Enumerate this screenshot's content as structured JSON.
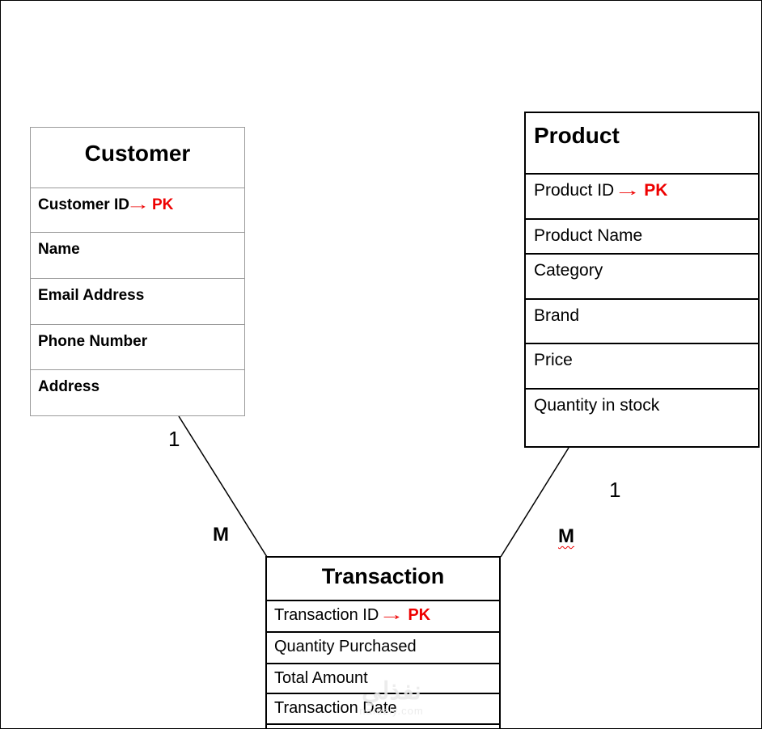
{
  "diagram": {
    "pk_arrow": "→",
    "pk_color": "#ee0000",
    "line_color": "#000000"
  },
  "entities": {
    "customer": {
      "title": "Customer",
      "attributes": [
        {
          "label": "Customer ID",
          "pk": "PK"
        },
        {
          "label": "Name"
        },
        {
          "label": "Email Address"
        },
        {
          "label": "Phone Number"
        },
        {
          "label": "Address"
        }
      ]
    },
    "product": {
      "title": "Product",
      "attributes": [
        {
          "label": "Product ID",
          "pk": "PK"
        },
        {
          "label": "Product Name"
        },
        {
          "label": "Category"
        },
        {
          "label": "Brand"
        },
        {
          "label": "Price"
        },
        {
          "label": "Quantity in stock"
        }
      ]
    },
    "transaction": {
      "title": "Transaction",
      "attributes": [
        {
          "label": "Transaction ID",
          "pk": "PK"
        },
        {
          "label": "Quantity Purchased"
        },
        {
          "label": "Total Amount"
        },
        {
          "label": "Transaction Date"
        }
      ]
    }
  },
  "relationships": {
    "customer_transaction": {
      "near_customer": "1",
      "near_transaction": "M"
    },
    "product_transaction": {
      "near_product": "1",
      "near_transaction": "M"
    }
  },
  "watermark": {
    "line1": "نفذلي",
    "line2": "nafezly.com"
  }
}
